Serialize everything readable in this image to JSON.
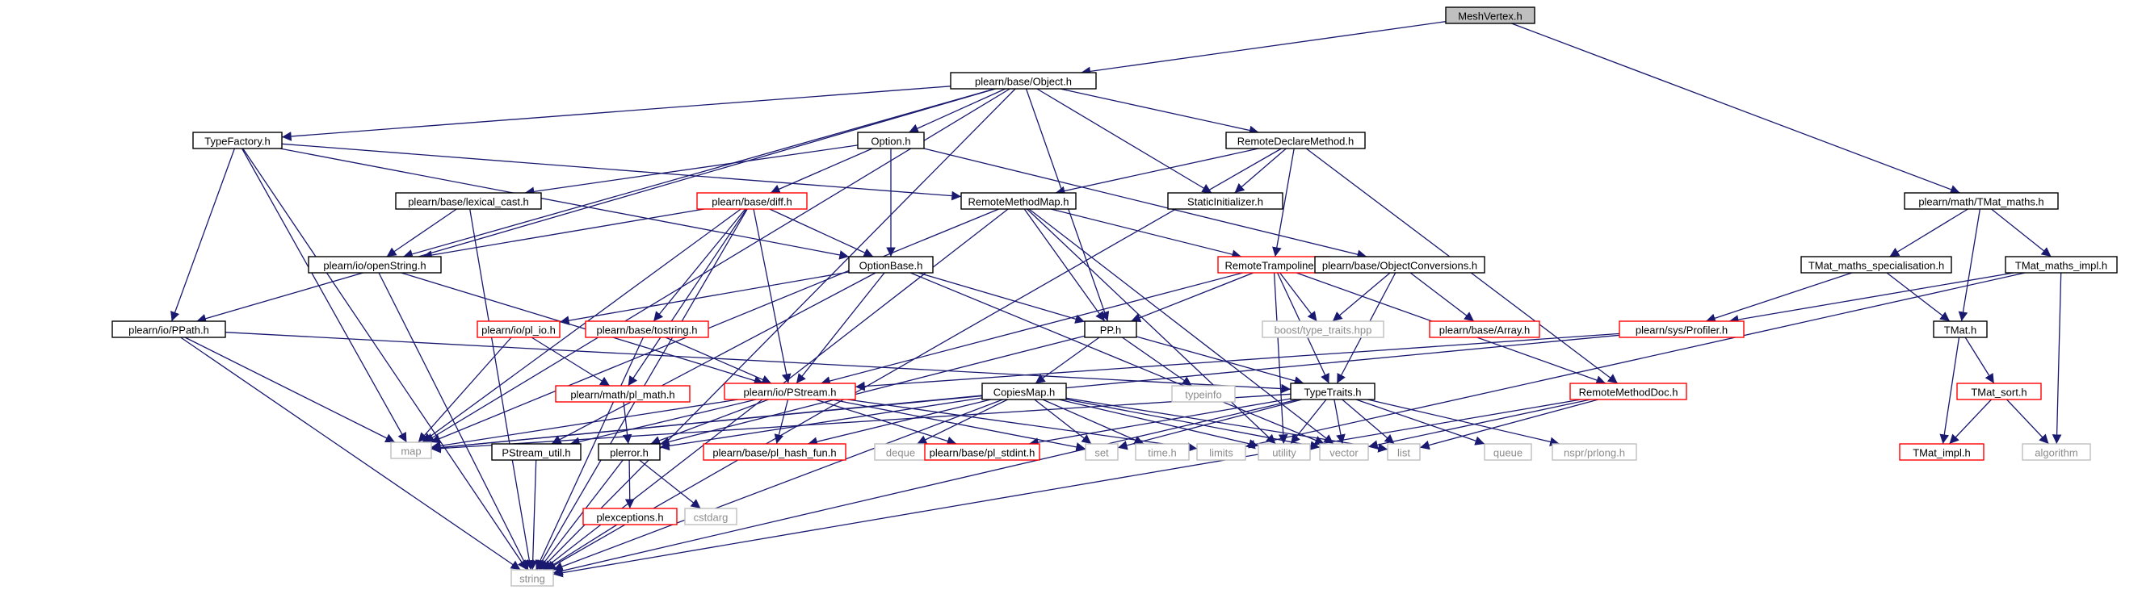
{
  "colors": {
    "edge": "#191970",
    "normal_border": "#000000",
    "red_border": "#ff0000",
    "gray_border": "#bfbfbf",
    "gray_text": "#8c8c8c",
    "root_fill": "#bfbfbf",
    "fill": "#ffffff",
    "text": "#000000"
  },
  "nodes": [
    {
      "id": "meshvertex",
      "label": "MeshVertex.h",
      "style": "root"
    },
    {
      "id": "object",
      "label": "plearn/base/Object.h",
      "style": "normal"
    },
    {
      "id": "tmatmaths",
      "label": "plearn/math/TMat_maths.h",
      "style": "normal"
    },
    {
      "id": "typefactory",
      "label": "TypeFactory.h",
      "style": "normal"
    },
    {
      "id": "option",
      "label": "Option.h",
      "style": "normal"
    },
    {
      "id": "remotedeclare",
      "label": "RemoteDeclareMethod.h",
      "style": "normal"
    },
    {
      "id": "lexicalcast",
      "label": "plearn/base/lexical_cast.h",
      "style": "normal"
    },
    {
      "id": "diff",
      "label": "plearn/base/diff.h",
      "style": "red"
    },
    {
      "id": "remotemethodmap",
      "label": "RemoteMethodMap.h",
      "style": "normal"
    },
    {
      "id": "staticinit",
      "label": "StaticInitializer.h",
      "style": "normal"
    },
    {
      "id": "tmatspecial",
      "label": "TMat_maths_specialisation.h",
      "style": "normal"
    },
    {
      "id": "tmatimpl_maths",
      "label": "TMat_maths_impl.h",
      "style": "normal"
    },
    {
      "id": "openstring",
      "label": "plearn/io/openString.h",
      "style": "normal"
    },
    {
      "id": "optionbase",
      "label": "OptionBase.h",
      "style": "normal"
    },
    {
      "id": "remotetrampoline",
      "label": "RemoteTrampoline.h",
      "style": "red"
    },
    {
      "id": "objconv",
      "label": "plearn/base/ObjectConversions.h",
      "style": "normal"
    },
    {
      "id": "ppath",
      "label": "plearn/io/PPath.h",
      "style": "normal"
    },
    {
      "id": "plio",
      "label": "plearn/io/pl_io.h",
      "style": "red"
    },
    {
      "id": "tostring",
      "label": "plearn/base/tostring.h",
      "style": "red"
    },
    {
      "id": "pp",
      "label": "PP.h",
      "style": "normal"
    },
    {
      "id": "boosttt",
      "label": "boost/type_traits.hpp",
      "style": "gray"
    },
    {
      "id": "array",
      "label": "plearn/base/Array.h",
      "style": "red"
    },
    {
      "id": "profiler",
      "label": "plearn/sys/Profiler.h",
      "style": "red"
    },
    {
      "id": "tmat",
      "label": "TMat.h",
      "style": "normal"
    },
    {
      "id": "plmath",
      "label": "plearn/math/pl_math.h",
      "style": "red"
    },
    {
      "id": "pstream",
      "label": "plearn/io/PStream.h",
      "style": "red"
    },
    {
      "id": "copiesmap",
      "label": "CopiesMap.h",
      "style": "normal"
    },
    {
      "id": "typeinfo",
      "label": "typeinfo",
      "style": "gray"
    },
    {
      "id": "typetraits",
      "label": "TypeTraits.h",
      "style": "normal"
    },
    {
      "id": "remotemethoddoc",
      "label": "RemoteMethodDoc.h",
      "style": "red"
    },
    {
      "id": "tmatsort",
      "label": "TMat_sort.h",
      "style": "red"
    },
    {
      "id": "map",
      "label": "map",
      "style": "gray"
    },
    {
      "id": "pstreamutil",
      "label": "PStream_util.h",
      "style": "normal"
    },
    {
      "id": "plerror",
      "label": "plerror.h",
      "style": "normal"
    },
    {
      "id": "plhashfun",
      "label": "plearn/base/pl_hash_fun.h",
      "style": "red"
    },
    {
      "id": "deque",
      "label": "deque",
      "style": "gray"
    },
    {
      "id": "plstdint",
      "label": "plearn/base/pl_stdint.h",
      "style": "red"
    },
    {
      "id": "set",
      "label": "set",
      "style": "gray"
    },
    {
      "id": "timeh",
      "label": "time.h",
      "style": "gray"
    },
    {
      "id": "limits",
      "label": "limits",
      "style": "gray"
    },
    {
      "id": "utility",
      "label": "utility",
      "style": "gray"
    },
    {
      "id": "vector",
      "label": "vector",
      "style": "gray"
    },
    {
      "id": "list",
      "label": "list",
      "style": "gray"
    },
    {
      "id": "queue",
      "label": "queue",
      "style": "gray"
    },
    {
      "id": "nsprlong",
      "label": "nspr/prlong.h",
      "style": "gray"
    },
    {
      "id": "tmatimpl",
      "label": "TMat_impl.h",
      "style": "red"
    },
    {
      "id": "algorithm",
      "label": "algorithm",
      "style": "gray"
    },
    {
      "id": "plexceptions",
      "label": "plexceptions.h",
      "style": "red"
    },
    {
      "id": "cstdarg",
      "label": "cstdarg",
      "style": "gray"
    },
    {
      "id": "string",
      "label": "string",
      "style": "gray"
    }
  ],
  "edges": [
    [
      "meshvertex",
      "object"
    ],
    [
      "meshvertex",
      "tmatmaths"
    ],
    [
      "object",
      "typefactory"
    ],
    [
      "object",
      "option"
    ],
    [
      "object",
      "remotedeclare"
    ],
    [
      "object",
      "staticinit"
    ],
    [
      "object",
      "pp"
    ],
    [
      "object",
      "openstring"
    ],
    [
      "object",
      "ppath"
    ],
    [
      "object",
      "map"
    ],
    [
      "object",
      "string"
    ],
    [
      "typefactory",
      "ppath"
    ],
    [
      "typefactory",
      "map"
    ],
    [
      "typefactory",
      "string"
    ],
    [
      "typefactory",
      "remotemethodmap"
    ],
    [
      "typefactory",
      "optionbase"
    ],
    [
      "option",
      "optionbase"
    ],
    [
      "option",
      "diff"
    ],
    [
      "option",
      "lexicalcast"
    ],
    [
      "option",
      "objconv"
    ],
    [
      "remotedeclare",
      "remotemethodmap"
    ],
    [
      "remotedeclare",
      "staticinit"
    ],
    [
      "remotedeclare",
      "remotetrampoline"
    ],
    [
      "remotedeclare",
      "remotemethoddoc"
    ],
    [
      "remotedeclare",
      "string"
    ],
    [
      "lexicalcast",
      "openstring"
    ],
    [
      "lexicalcast",
      "string"
    ],
    [
      "diff",
      "openstring"
    ],
    [
      "diff",
      "optionbase"
    ],
    [
      "diff",
      "tostring"
    ],
    [
      "diff",
      "plmath"
    ],
    [
      "diff",
      "pstream"
    ],
    [
      "diff",
      "map"
    ],
    [
      "diff",
      "string"
    ],
    [
      "remotemethodmap",
      "remotetrampoline"
    ],
    [
      "remotemethodmap",
      "pp"
    ],
    [
      "remotemethodmap",
      "map"
    ],
    [
      "remotemethodmap",
      "string"
    ],
    [
      "remotemethodmap",
      "vector"
    ],
    [
      "remotemethodmap",
      "utility"
    ],
    [
      "tmatmaths",
      "tmatspecial"
    ],
    [
      "tmatmaths",
      "tmatimpl_maths"
    ],
    [
      "tmatmaths",
      "tmat"
    ],
    [
      "tmatspecial",
      "profiler"
    ],
    [
      "tmatspecial",
      "tmat"
    ],
    [
      "tmatimpl_maths",
      "profiler"
    ],
    [
      "tmatimpl_maths",
      "algorithm"
    ],
    [
      "tmatimpl_maths",
      "limits"
    ],
    [
      "openstring",
      "pstream"
    ],
    [
      "openstring",
      "string"
    ],
    [
      "optionbase",
      "pp"
    ],
    [
      "optionbase",
      "plio"
    ],
    [
      "optionbase",
      "pstream"
    ],
    [
      "optionbase",
      "pstreamutil"
    ],
    [
      "optionbase",
      "vector"
    ],
    [
      "remotetrampoline",
      "pp"
    ],
    [
      "remotetrampoline",
      "typetraits"
    ],
    [
      "remotetrampoline",
      "boosttt"
    ],
    [
      "remotetrampoline",
      "remotemethoddoc"
    ],
    [
      "remotetrampoline",
      "pstream"
    ],
    [
      "remotetrampoline",
      "utility"
    ],
    [
      "objconv",
      "boosttt"
    ],
    [
      "objconv",
      "array"
    ],
    [
      "objconv",
      "typetraits"
    ],
    [
      "ppath",
      "map"
    ],
    [
      "ppath",
      "string"
    ],
    [
      "ppath",
      "typetraits"
    ],
    [
      "plio",
      "plmath"
    ],
    [
      "plio",
      "map"
    ],
    [
      "tostring",
      "pstream"
    ],
    [
      "tostring",
      "string"
    ],
    [
      "pp",
      "copiesmap"
    ],
    [
      "pp",
      "typeinfo"
    ],
    [
      "pp",
      "typetraits"
    ],
    [
      "pp",
      "plerror"
    ],
    [
      "profiler",
      "pstream"
    ],
    [
      "profiler",
      "map"
    ],
    [
      "tmat",
      "tmatsort"
    ],
    [
      "tmat",
      "tmatimpl"
    ],
    [
      "tmatsort",
      "tmatimpl"
    ],
    [
      "tmatsort",
      "algorithm"
    ],
    [
      "plmath",
      "plerror"
    ],
    [
      "pstream",
      "map"
    ],
    [
      "pstream",
      "pstreamutil"
    ],
    [
      "pstream",
      "plerror"
    ],
    [
      "pstream",
      "plhashfun"
    ],
    [
      "pstream",
      "plstdint"
    ],
    [
      "pstream",
      "set"
    ],
    [
      "pstream",
      "limits"
    ],
    [
      "copiesmap",
      "map"
    ],
    [
      "copiesmap",
      "set"
    ],
    [
      "copiesmap",
      "deque"
    ],
    [
      "copiesmap",
      "string"
    ],
    [
      "copiesmap",
      "timeh"
    ],
    [
      "copiesmap",
      "plhashfun"
    ],
    [
      "copiesmap",
      "vector"
    ],
    [
      "copiesmap",
      "list"
    ],
    [
      "copiesmap",
      "plerror"
    ],
    [
      "copiesmap",
      "utility"
    ],
    [
      "typetraits",
      "set"
    ],
    [
      "typetraits",
      "list"
    ],
    [
      "typetraits",
      "vector"
    ],
    [
      "typetraits",
      "queue"
    ],
    [
      "typetraits",
      "nsprlong"
    ],
    [
      "typetraits",
      "map"
    ],
    [
      "typetraits",
      "string"
    ],
    [
      "typetraits",
      "utility"
    ],
    [
      "typetraits",
      "plstdint"
    ],
    [
      "remotemethoddoc",
      "list"
    ],
    [
      "remotemethoddoc",
      "string"
    ],
    [
      "remotemethoddoc",
      "vector"
    ],
    [
      "pstreamutil",
      "string"
    ],
    [
      "plerror",
      "plexceptions"
    ],
    [
      "plerror",
      "cstdarg"
    ],
    [
      "plerror",
      "string"
    ],
    [
      "plexceptions",
      "string"
    ]
  ]
}
